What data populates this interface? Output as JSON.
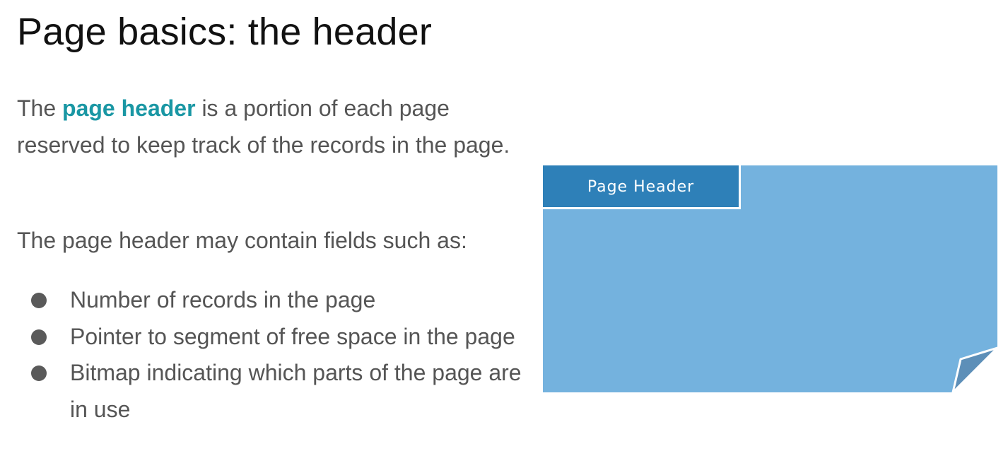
{
  "title": "Page basics: the header",
  "intro": {
    "prefix": "The ",
    "term": "page header",
    "suffix": " is a portion of each page reserved to keep track of the records in the page."
  },
  "fields_intro": "The page header may contain fields such as:",
  "fields": [
    "Number of records in the page",
    "Pointer to segment of free space in the page",
    "Bitmap indicating which parts of the page are in use"
  ],
  "figure": {
    "header_label": "Page Header",
    "colors": {
      "page": "#74b2de",
      "header": "#2e80b8",
      "fold": "#5d8fb8",
      "term_highlight": "#1a97a4"
    }
  }
}
